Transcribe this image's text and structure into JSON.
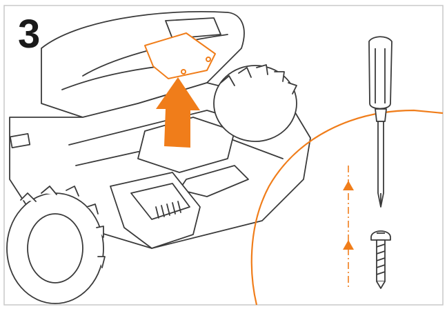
{
  "step": {
    "number": "3"
  },
  "colors": {
    "outline": "#3a3a3a",
    "accent": "#f07d1a",
    "background": "#ffffff",
    "frame": "#c8c8c8"
  },
  "illustration": {
    "subject": "robotic-mower-top-cover",
    "action": "lift-cover-then-unscrew",
    "arrow_direction": "up",
    "tools": [
      "screwdriver-icon",
      "screw-icon"
    ]
  }
}
